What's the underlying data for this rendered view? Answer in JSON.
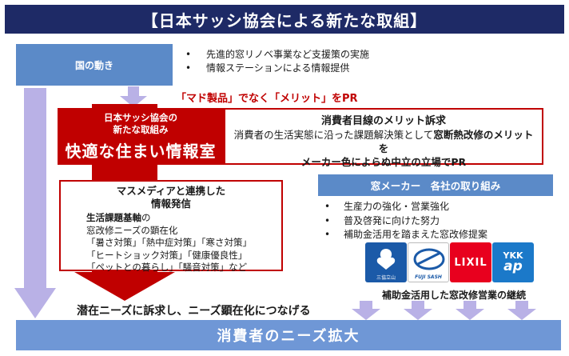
{
  "title": "【日本サッシ協会による新たな取組】",
  "government": {
    "label": "国の動き",
    "items": [
      "先進的窓リノベ事業など支援策の実施",
      "情報ステーションによる情報提供"
    ]
  },
  "slogan": "「マド製品」でなく「メリット」をPR",
  "association": {
    "line1": "日本サッシ協会の",
    "line2": "新たな取組み",
    "headline": "快適な住まい情報室"
  },
  "consumer_appeal": {
    "heading": "消費者目線のメリット訴求",
    "body_pre": "消費者の生活実態に沿った課題解決策として",
    "body_bold1": "窓断熱改修のメリットを",
    "body_bold2": "メーカー色によらぬ中立の立場でPR"
  },
  "media": {
    "heading1": "マスメディアと連携した",
    "heading2": "情報発信",
    "keyword": "生活課題基軸",
    "keyword_suffix": "の",
    "lines": [
      "窓改修ニーズの顕在化",
      "「暑さ対策」「熱中症対策」「寒さ対策」",
      "「ヒートショック対策」「健康優良性」",
      "「ペットとの暮らし」「騒音対策」など"
    ]
  },
  "manufacturers": {
    "heading": "窓メーカー　各社の取り組み",
    "items": [
      "生産力の強化・営業強化",
      "普及啓発に向けた努力",
      "補助金活用を踏まえた窓改修提案"
    ],
    "logos": {
      "sankyo": "三協立山",
      "fuji": "FUJI SASH",
      "lixil": "LIXIL",
      "ykk_top": "YKK",
      "ykk_bottom": "ap"
    },
    "subsidy_caption": "補助金活用した窓改修営業の継続"
  },
  "latent_needs": "潜在ニーズに訴求し、ニーズ顕在化につなげる",
  "bottom_banner": "消費者のニーズ拡大",
  "colors": {
    "navy": "#1e2a66",
    "red": "#c00000",
    "blue": "#5b8ac8",
    "lavender": "#b9b1e6",
    "banner": "#6f97d6"
  },
  "icons": [
    "arrow-down-icon",
    "sankyo-logo",
    "fuji-sash-logo",
    "lixil-logo",
    "ykk-ap-logo"
  ]
}
